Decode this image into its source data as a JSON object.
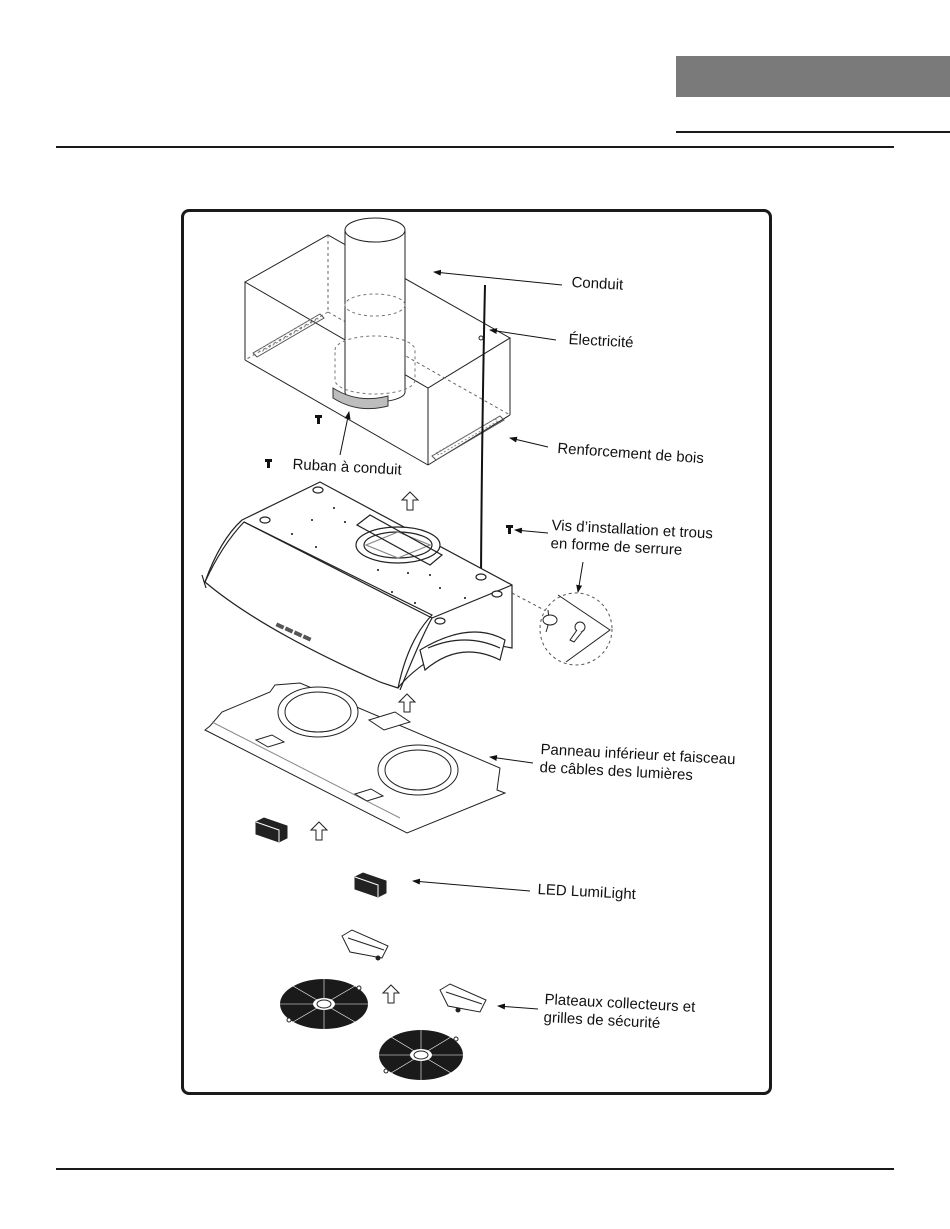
{
  "diagram": {
    "labels": {
      "conduit": "Conduit",
      "electricite": "Électricité",
      "renforcement": "Renforcement de bois",
      "ruban": "Ruban à conduit",
      "vis_line1": "Vis d’installation et trous",
      "vis_line2": "en forme de serrure",
      "panneau_line1": "Panneau inférieur et faisceau",
      "panneau_line2": "de câbles des lumières",
      "led": "LED LumiLight",
      "plateaux_line1": "Plateaux collecteurs et",
      "plateaux_line2": "grilles de sécurité"
    }
  }
}
